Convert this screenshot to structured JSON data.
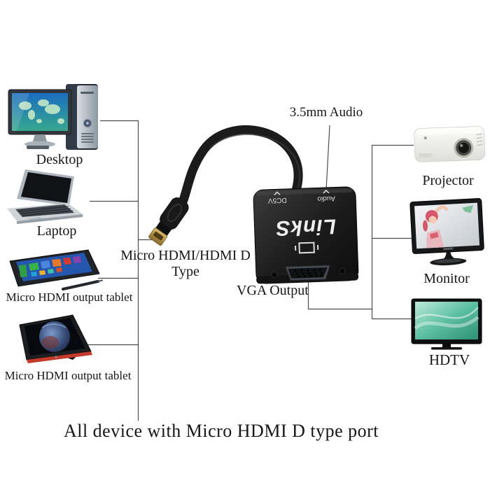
{
  "figure": {
    "caption": "All device with Micro HDMI D type port"
  },
  "annotations": {
    "audio_jack": "3.5mm Audio",
    "hdmi_connector": "Micro HDMI/HDMI D Type",
    "vga_port": "VGA Output"
  },
  "adapter": {
    "brand": "LinkS",
    "markings": {
      "power": "DC5V",
      "audio": "Audio"
    }
  },
  "source_devices": [
    {
      "id": "desktop",
      "label": "Desktop"
    },
    {
      "id": "laptop",
      "label": "Laptop"
    },
    {
      "id": "tablet-1",
      "label": "Micro HDMI output tablet"
    },
    {
      "id": "tablet-2",
      "label": "Micro HDMI output tablet"
    }
  ],
  "output_devices": [
    {
      "id": "projector",
      "label": "Projector"
    },
    {
      "id": "monitor",
      "label": "Monitor"
    },
    {
      "id": "hdtv",
      "label": "HDTV"
    }
  ],
  "colors": {
    "background": "#ffffff",
    "connector_line": "#4d4d4d",
    "text": "#161616",
    "adapter_body": "#1e1e1e",
    "gold_plug": "#b9984a"
  }
}
